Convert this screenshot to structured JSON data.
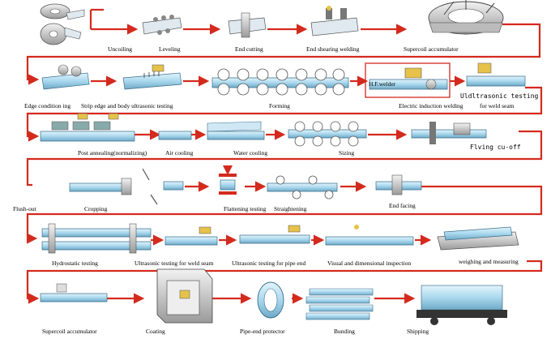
{
  "colors": {
    "flow_arrow": "#d42a1e",
    "pipe_fill": "#a9d8ee",
    "pipe_edge": "#3b6f8c",
    "machine": "#c9c9c9",
    "gauge": "#e6c24a"
  },
  "row1": {
    "uncoiling": "Uncoiling",
    "leveling": "Leveling",
    "end_cutting": "End cutting",
    "end_shearing_welding": "End shearing welding",
    "supercoil_accumulator": "Supercoil accumulator"
  },
  "row2": {
    "edge_condition": "Edge condition ing",
    "strip_edge_ut": "Strip edge and body ultrasonic testing",
    "forming": "Forming",
    "hf_welder": "H.F.welder",
    "ultrasonic_testing": "Uldltrasonic testing",
    "induction_welding": "Electric induction welding",
    "for_weld_seam": "for weld seam"
  },
  "row3": {
    "post_annealing": "Post annealing(normalizing)",
    "air_cooling": "Air cooling",
    "water_cooling": "Water cooling",
    "sizing": "Sizing",
    "flying_cutoff": "Flving cu-off"
  },
  "row4": {
    "flush_out": "Flush-out",
    "cropping": "Cropping",
    "flattening_testing": "Flattening testing",
    "straightening": "Straightening",
    "end_facing": "End facing"
  },
  "row5": {
    "hydrostatic_testing": "Hydrostatic testing",
    "ut_weld_seam": "Ultrasonic testing for weld seam",
    "ut_pipe_end": "Ultrasonic testing for pipe end",
    "visual_inspection": "Visual and dimensional inspection",
    "weighing": "weighing and measuring"
  },
  "row6": {
    "supercoil_accumulator": "Supercoil accumulator",
    "coating": "Coating",
    "pipe_end_protector": "Pipe-end protector",
    "bunding": "Bunding",
    "shipping": "Shipping"
  }
}
